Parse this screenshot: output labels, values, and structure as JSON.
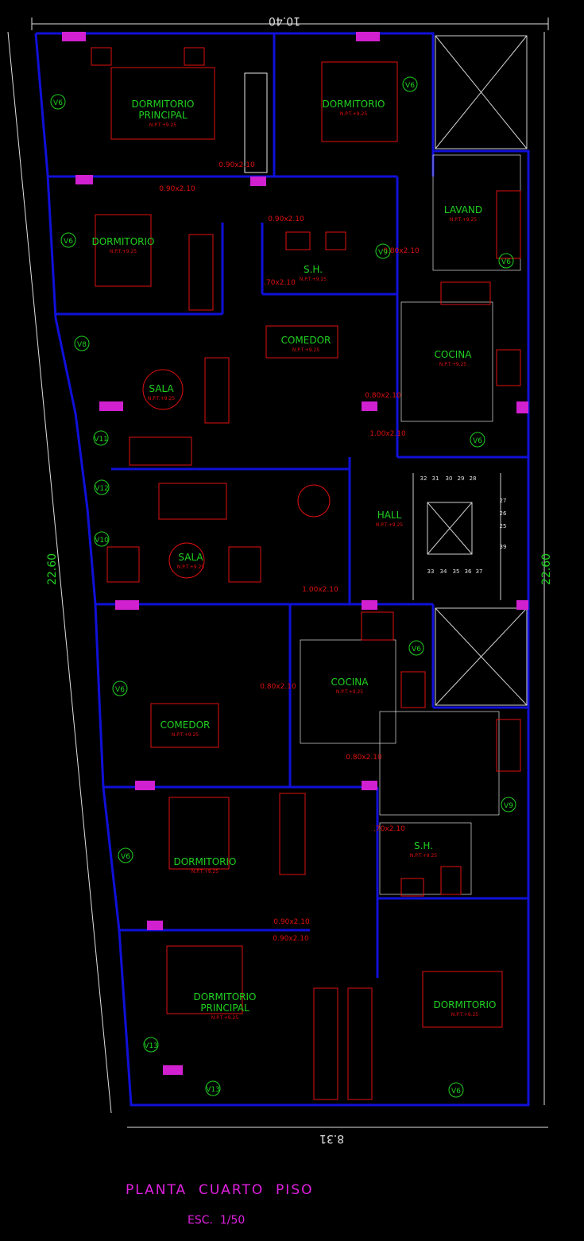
{
  "drawing": {
    "title": "PLANTA  CUARTO  PISO",
    "scale": "ESC.  1/50",
    "colors": {
      "background": "#000000",
      "wall": "#1010d8",
      "furniture": "#e01010",
      "room_label": "#20d020",
      "window": "#e8e840",
      "title": "#e020e0",
      "dimension": "#e0e0e0",
      "column": "#d020d0"
    }
  },
  "dimensions": {
    "top_width": "10.40",
    "bottom_width": "8.31",
    "left_height": "22.60",
    "right_height": "22.60"
  },
  "rooms": [
    {
      "name": "DORMITORIO",
      "name2": "PRINCIPAL",
      "npt": "N.P.T.+9.25"
    },
    {
      "name": "DORMITORIO",
      "name2": "",
      "npt": "N.P.T.+9.25"
    },
    {
      "name": "DORMITORIO",
      "name2": "",
      "npt": "N.P.T.+9.25"
    },
    {
      "name": "LAVAND",
      "name2": "",
      "npt": "N.P.T.+9.25"
    },
    {
      "name": "S.H.",
      "name2": "",
      "npt": "N.P.T.+9.25"
    },
    {
      "name": "COMEDOR",
      "name2": "",
      "npt": "N.P.T.+9.25"
    },
    {
      "name": "COCINA",
      "name2": "",
      "npt": "N.P.T.+9.25"
    },
    {
      "name": "SALA",
      "name2": "",
      "npt": "N.P.T.+9.25"
    },
    {
      "name": "SALA",
      "name2": "",
      "npt": "N.P.T.+9.25"
    },
    {
      "name": "HALL",
      "name2": "",
      "npt": "N.P.T.+9.25"
    },
    {
      "name": "COCINA",
      "name2": "",
      "npt": "N.P.T.+9.25"
    },
    {
      "name": "COMEDOR",
      "name2": "",
      "npt": "N.P.T.+9.25"
    },
    {
      "name": "DORMITORIO",
      "name2": "",
      "npt": "N.P.T.+9.25"
    },
    {
      "name": "S.H.",
      "name2": "",
      "npt": "N.P.T.+9.25"
    },
    {
      "name": "DORMITORIO",
      "name2": "PRINCIPAL",
      "npt": "N.P.T.+9.25"
    },
    {
      "name": "DORMITORIO",
      "name2": "",
      "npt": "N.P.T.+9.25"
    }
  ],
  "doors": [
    "0.90x2.10",
    "0.90x2.10",
    "0.90x2.10",
    ".70x2.10",
    "0.80x2.10",
    "1.00x2.10",
    "1.00x2.10",
    "0.80x2.10",
    "0.80x2.10",
    ".70x2.10",
    "0.90x2.10",
    "0.90x2.10",
    "0.80x2.10"
  ],
  "windows": [
    "V6",
    "V6",
    "V6",
    "V8",
    "V11",
    "V12",
    "V10",
    "V9",
    "V6",
    "V6",
    "V6",
    "V6",
    "V6",
    "V9",
    "V13",
    "V13",
    "V6"
  ],
  "stairs": {
    "steps_top": [
      "32",
      "31",
      "30",
      "29",
      "28"
    ],
    "steps_right": [
      "27",
      "26",
      "25",
      "39"
    ],
    "steps_bottom": [
      "33",
      "34",
      "35",
      "36",
      "37"
    ]
  }
}
